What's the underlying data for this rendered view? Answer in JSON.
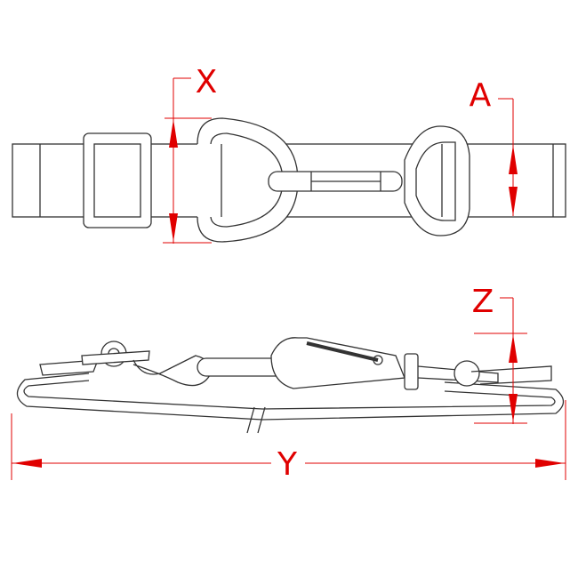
{
  "dimensions": {
    "x_label": "X",
    "a_label": "A",
    "z_label": "Z",
    "y_label": "Y"
  },
  "colors": {
    "dimension": "#e00000",
    "outline": "#333333"
  }
}
